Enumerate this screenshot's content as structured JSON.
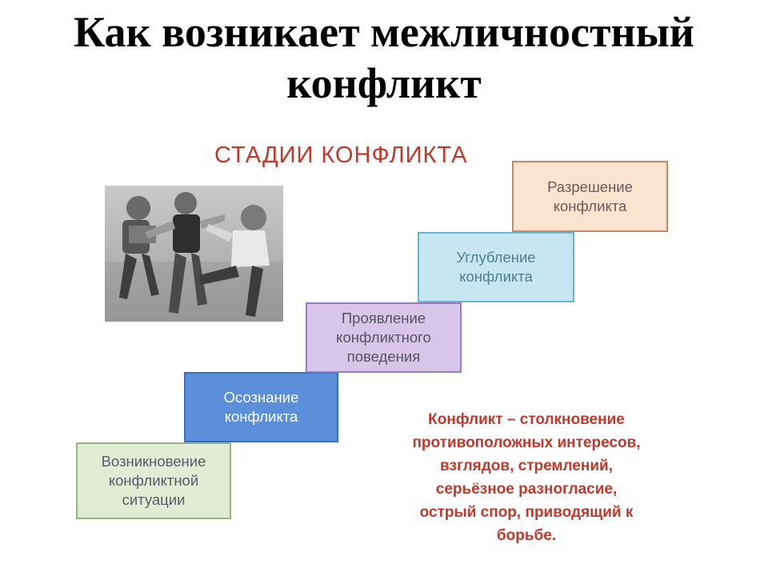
{
  "title": "Как возникает межличностный\nконфликт",
  "diagram": {
    "heading": "СТАДИИ КОНФЛИКТА",
    "stages": [
      {
        "label": "Возникновение\nконфликтной\nситуации"
      },
      {
        "label": "Осознание\nконфликта"
      },
      {
        "label": "Проявление\nконфликтного\nповедения"
      },
      {
        "label": "Углубление\nконфликта"
      },
      {
        "label": "Разрешение\nконфликта"
      }
    ],
    "definition": "Конфликт – столкновение\nпротивоположных интересов,\nвзглядов, стремлений,\nсерьёзное разногласие,\nострый спор, приводящий к\nборьбе."
  }
}
